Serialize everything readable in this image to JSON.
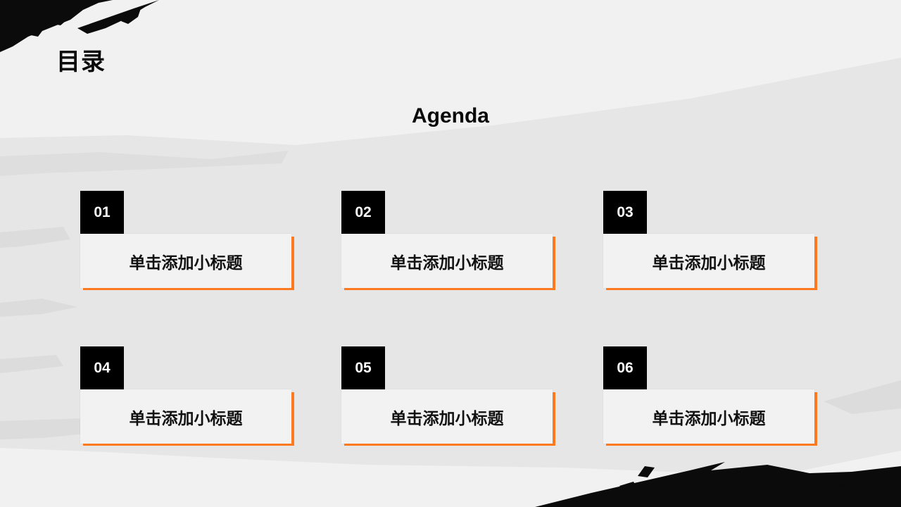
{
  "slide": {
    "title": "目录",
    "subtitle": "Agenda",
    "accent_color": "#ff7a1f",
    "items": [
      {
        "number": "01",
        "label": "单击添加小标题"
      },
      {
        "number": "02",
        "label": "单击添加小标题"
      },
      {
        "number": "03",
        "label": "单击添加小标题"
      },
      {
        "number": "04",
        "label": "单击添加小标题"
      },
      {
        "number": "05",
        "label": "单击添加小标题"
      },
      {
        "number": "06",
        "label": "单击添加小标题"
      }
    ]
  }
}
